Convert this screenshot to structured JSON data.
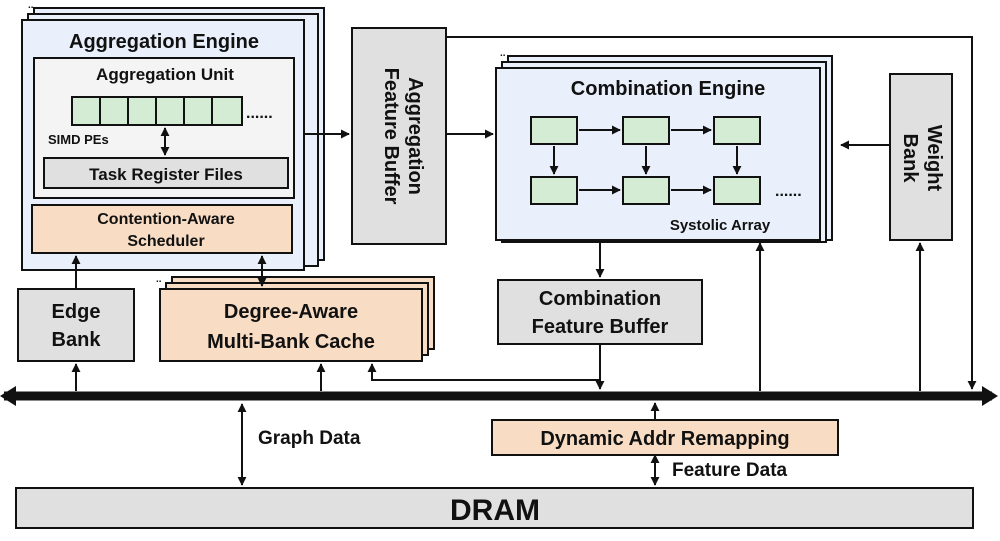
{
  "aggregation_engine": {
    "title": "Aggregation Engine",
    "unit_title": "Aggregation Unit",
    "simd_label": "SIMD PEs",
    "simd_ellipsis": "......",
    "task_register": "Task Register Files",
    "scheduler_line1": "Contention-Aware",
    "scheduler_line2": "Scheduler"
  },
  "aggregation_buffer": {
    "line1": "Aggregation",
    "line2": "Feature  Buffer"
  },
  "combination_engine": {
    "title": "Combination Engine",
    "systolic_label": "Systolic Array",
    "ellipsis": "......"
  },
  "weight_bank": {
    "line1": "Weight",
    "line2": "Bank"
  },
  "edge_bank": {
    "line1": "Edge",
    "line2": "Bank"
  },
  "cache": {
    "line1": "Degree-Aware",
    "line2": "Multi-Bank Cache"
  },
  "combination_buffer": {
    "line1": "Combination",
    "line2": "Feature Buffer"
  },
  "graph_data_label": "Graph Data",
  "remap_label": "Dynamic Addr Remapping",
  "feature_data_label": "Feature Data",
  "dram_label": "DRAM",
  "colors": {
    "engine_fill": "#eaf0fb",
    "pe_fill": "#d4ecd4",
    "grey_fill": "#e0e0e0",
    "orange_fill": "#f8dcc4",
    "line": "#111111"
  }
}
